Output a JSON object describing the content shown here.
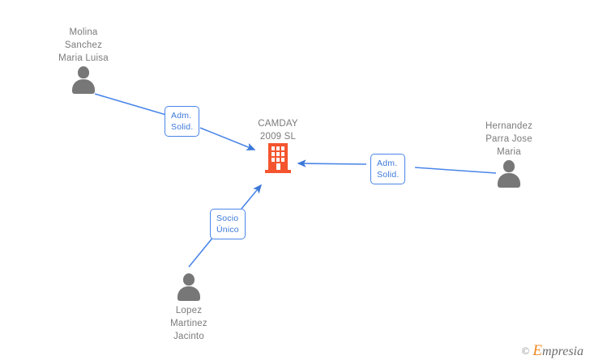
{
  "diagram": {
    "type": "relationship-graph",
    "background": "#ffffff",
    "colors": {
      "edge": "#4a86e8",
      "badge_text": "#3c78d8",
      "badge_border": "#4a86e8",
      "node_text": "#7b7b7b",
      "person_icon": "#777777",
      "company_icon": "#f4552e",
      "watermark_accent": "#f08a24",
      "watermark_text": "#6d6d6d"
    },
    "company": {
      "name": "CAMDAY\n2009 SL",
      "icon": "company-building-icon"
    },
    "people": [
      {
        "id": "molina-sanchez-maria-luisa",
        "name": "Molina\nSanchez\nMaria Luisa",
        "icon": "person-icon",
        "relation": "Adm.\nSolid."
      },
      {
        "id": "hernandez-parra-jose-maria",
        "name": "Hernandez\nParra Jose\nMaria",
        "icon": "person-icon",
        "relation": "Adm.\nSolid."
      },
      {
        "id": "lopez-martinez-jacinto",
        "name": "Lopez\nMartinez\nJacinto",
        "icon": "person-icon",
        "relation": "Socio\nÚnico"
      }
    ],
    "watermark": {
      "copyright": "©",
      "brand_initial": "E",
      "brand_rest": "mpresia"
    }
  }
}
